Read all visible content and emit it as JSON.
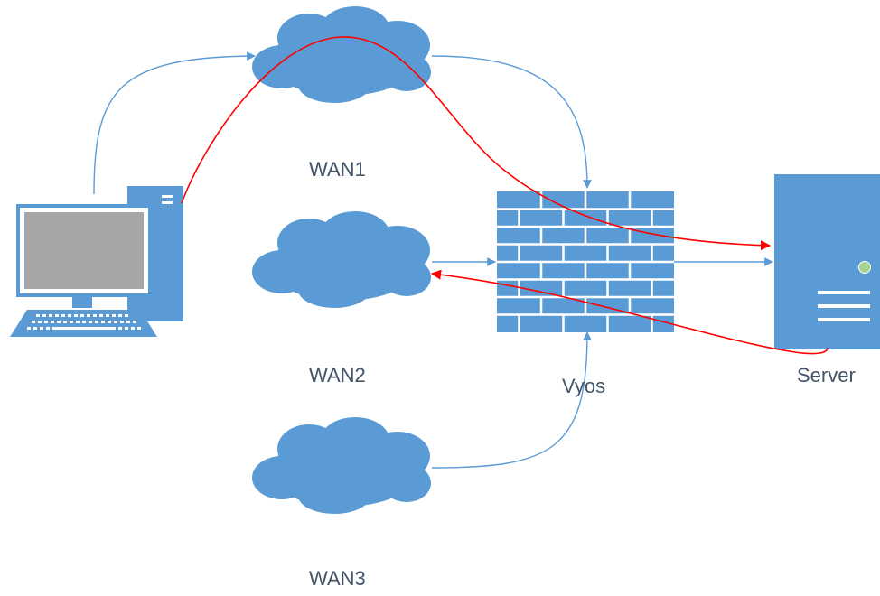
{
  "labels": {
    "wan1": "WAN1",
    "wan2": "WAN2",
    "wan3": "WAN3",
    "router": "Vyos",
    "server": "Server"
  },
  "colors": {
    "device_fill": "#5B9BD5",
    "screen": "#A6A6A6",
    "blue_line": "#5B9BD5",
    "red_line": "#FF0000",
    "server_led": "#A9D18E",
    "label_text": "#44546A"
  },
  "icons": {
    "client": "desktop-computer-icon",
    "wan1": "cloud-icon",
    "wan2": "cloud-icon",
    "wan3": "cloud-icon",
    "router": "firewall-brick-wall-icon",
    "server": "server-tower-icon"
  }
}
